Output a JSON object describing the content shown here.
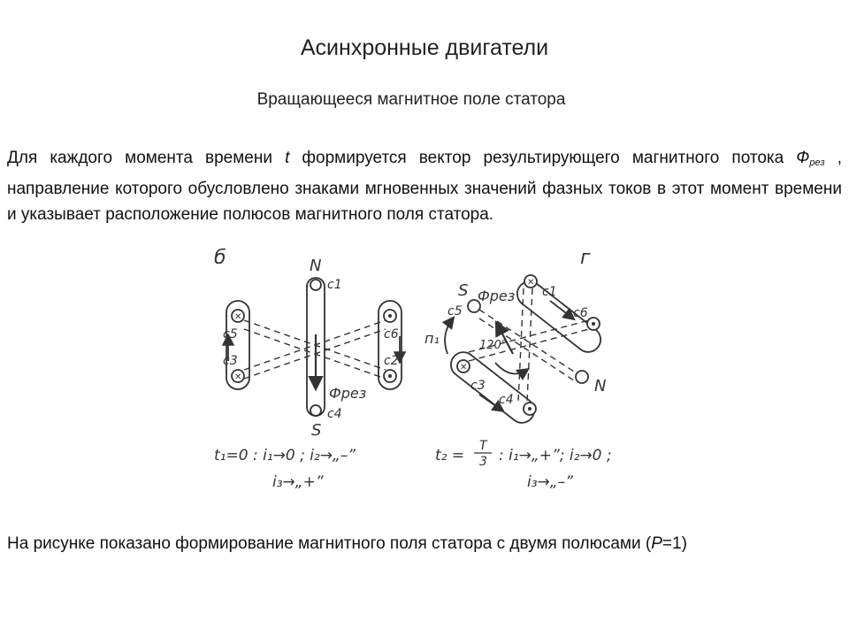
{
  "slide": {
    "title": "Асинхронные двигатели",
    "subtitle": "Вращающееся магнитное поле статора"
  },
  "paragraph1": {
    "part1": "Для каждого момента времени ",
    "t_symbol": "t",
    "part2": " формируется вектор результирующего магнитного потока ",
    "phi_symbol": "Ф",
    "phi_sub": "рез",
    "part3": " , направление которого обусловлено знаками мгновенных значений фазных токов в этот момент времени и указывает расположение полюсов магнитного поля статора."
  },
  "paragraph2": {
    "part1": "На рисунке показано формирование магнитного поля статора с двумя полюсами (",
    "p_symbol": "Р",
    "part2": "=1)"
  },
  "figure": {
    "left": {
      "label": "б",
      "pole_top": "N",
      "pole_bottom": "S",
      "coil_labels": [
        "с1",
        "с4",
        "с5",
        "с3",
        "с6",
        "с2"
      ],
      "vector_label": "Фрез",
      "formula_line1": "t₁=0 : i₁→0 ; i₂→„–”",
      "formula_line2": "i₃→„+”"
    },
    "right": {
      "label": "г",
      "pole_s": "S",
      "pole_n": "N",
      "coil_labels": [
        "с1",
        "с6",
        "с5",
        "с3",
        "с4"
      ],
      "vector_label": "Фрез",
      "rotation_label": "п₁",
      "angle_label": "120°",
      "formula_t": "t₂ =",
      "formula_frac_num": "T",
      "formula_frac_den": "3",
      "formula_line1": ": i₁→„+”; i₂→0 ;",
      "formula_line2": "i₃→„–”"
    },
    "stroke_color": "#333333"
  }
}
